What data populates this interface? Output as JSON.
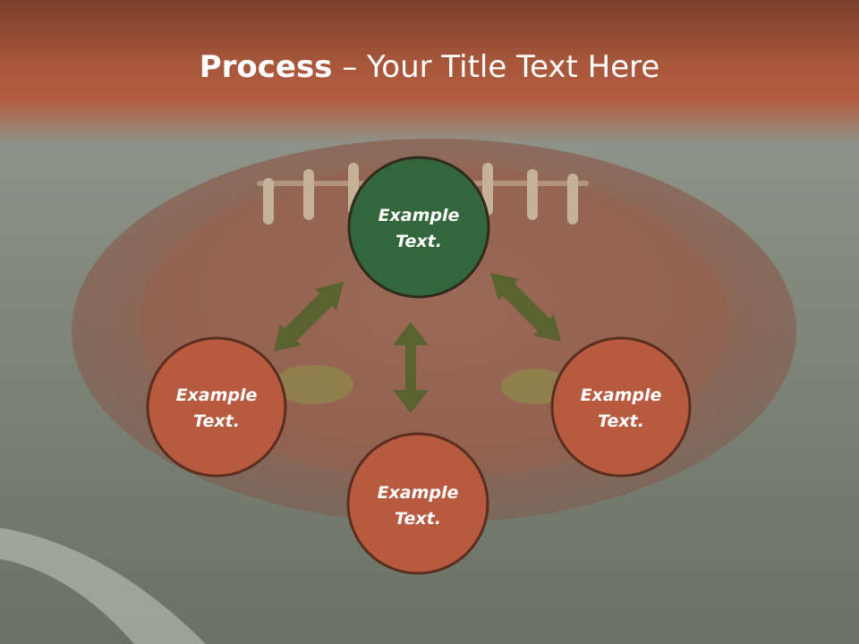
{
  "title": {
    "bold": "Process",
    "rest": " – Your Title Text Here"
  },
  "colors": {
    "header": "#b05a3e",
    "center_node": "#33663a",
    "outer_node": "#b85a40",
    "node_border": "#2f2a1e",
    "arrow": "#5a6330"
  },
  "nodes": {
    "top": {
      "line1": "Example",
      "line2": "Text."
    },
    "left": {
      "line1": "Example",
      "line2": "Text."
    },
    "right": {
      "line1": "Example",
      "line2": "Text."
    },
    "bottom": {
      "line1": "Example",
      "line2": "Text."
    }
  }
}
